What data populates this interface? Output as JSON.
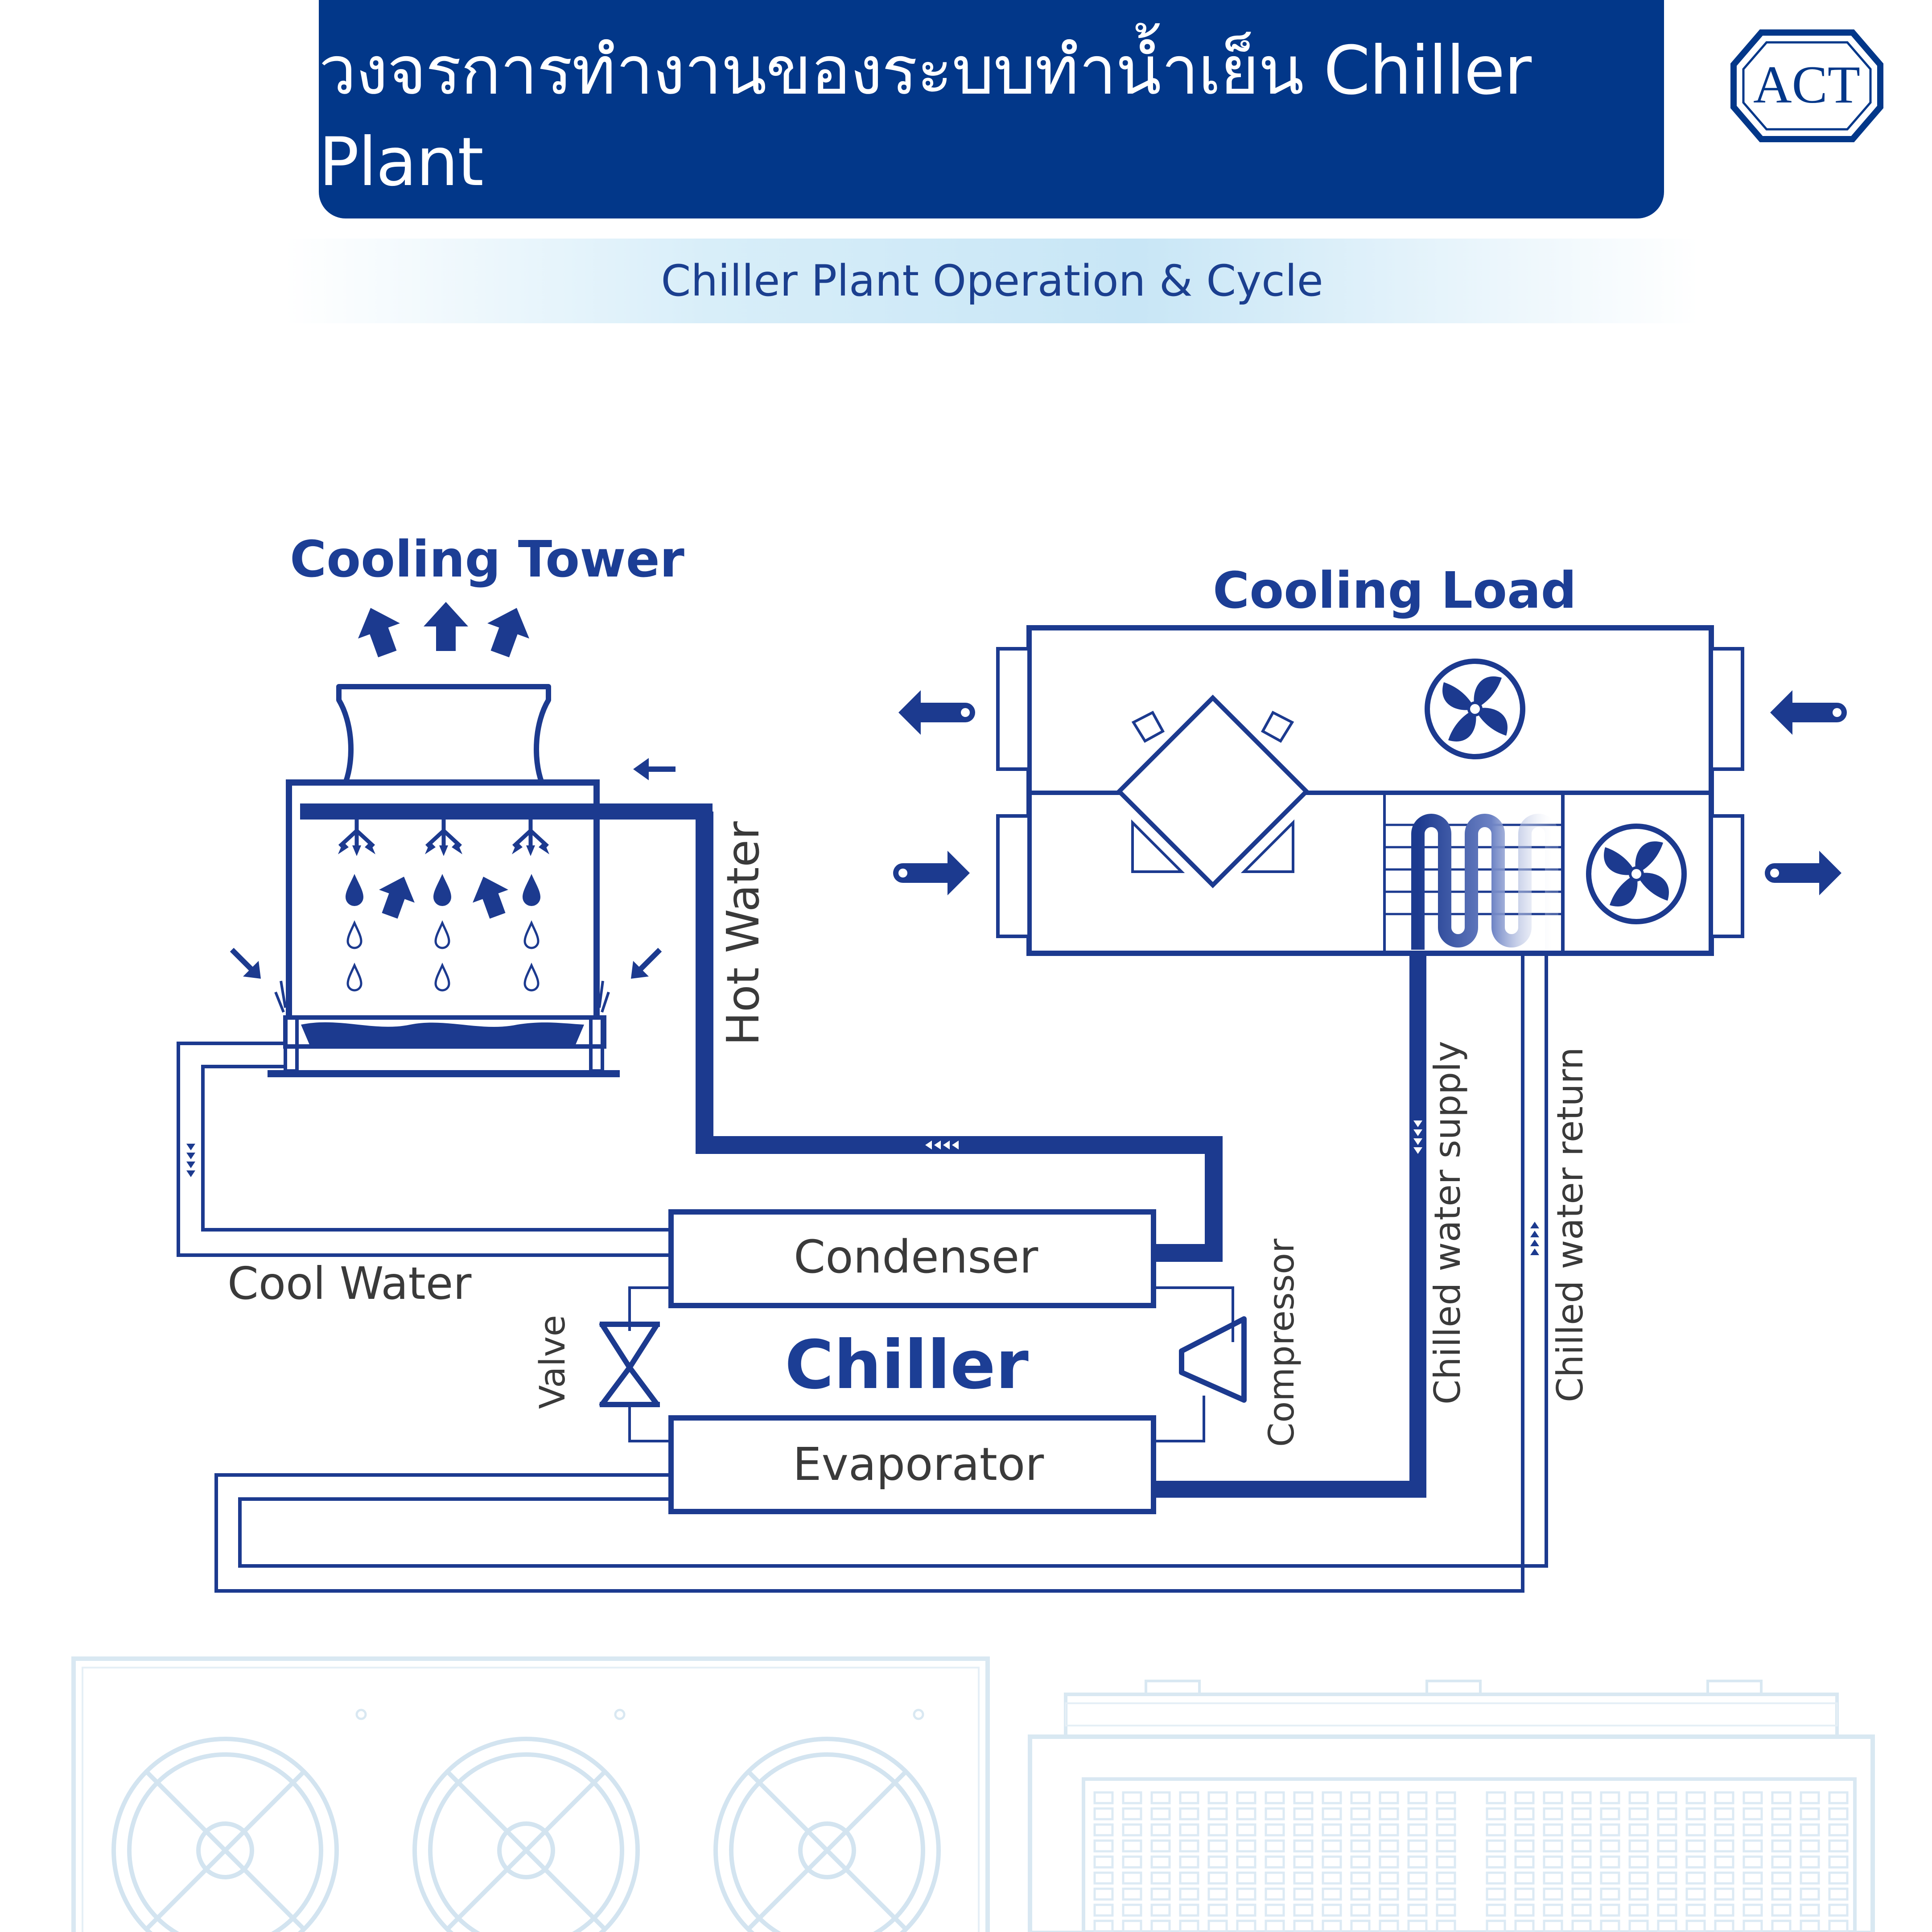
{
  "header": {
    "title": "วงจรการทำงานของระบบทำน้ำเย็น Chiller Plant",
    "subtitle": "Chiller Plant Operation & Cycle",
    "logo_text": "ACT"
  },
  "diagram": {
    "cooling_tower_label": "Cooling Tower",
    "cooling_load_label": "Cooling Load",
    "hot_water_label": "Hot Water",
    "cool_water_label": "Cool Water",
    "condenser_label": "Condenser",
    "chiller_label": "Chiller",
    "evaporator_label": "Evaporator",
    "valve_label": "Valve",
    "compressor_label": "Compressor",
    "chilled_supply_label": "Chilled water supply",
    "chilled_return_label": "Chilled water return"
  },
  "colors": {
    "primary": "#023789",
    "line": "#1c3a8f",
    "band": "#d8eef9",
    "faint": "#dce9f2"
  }
}
